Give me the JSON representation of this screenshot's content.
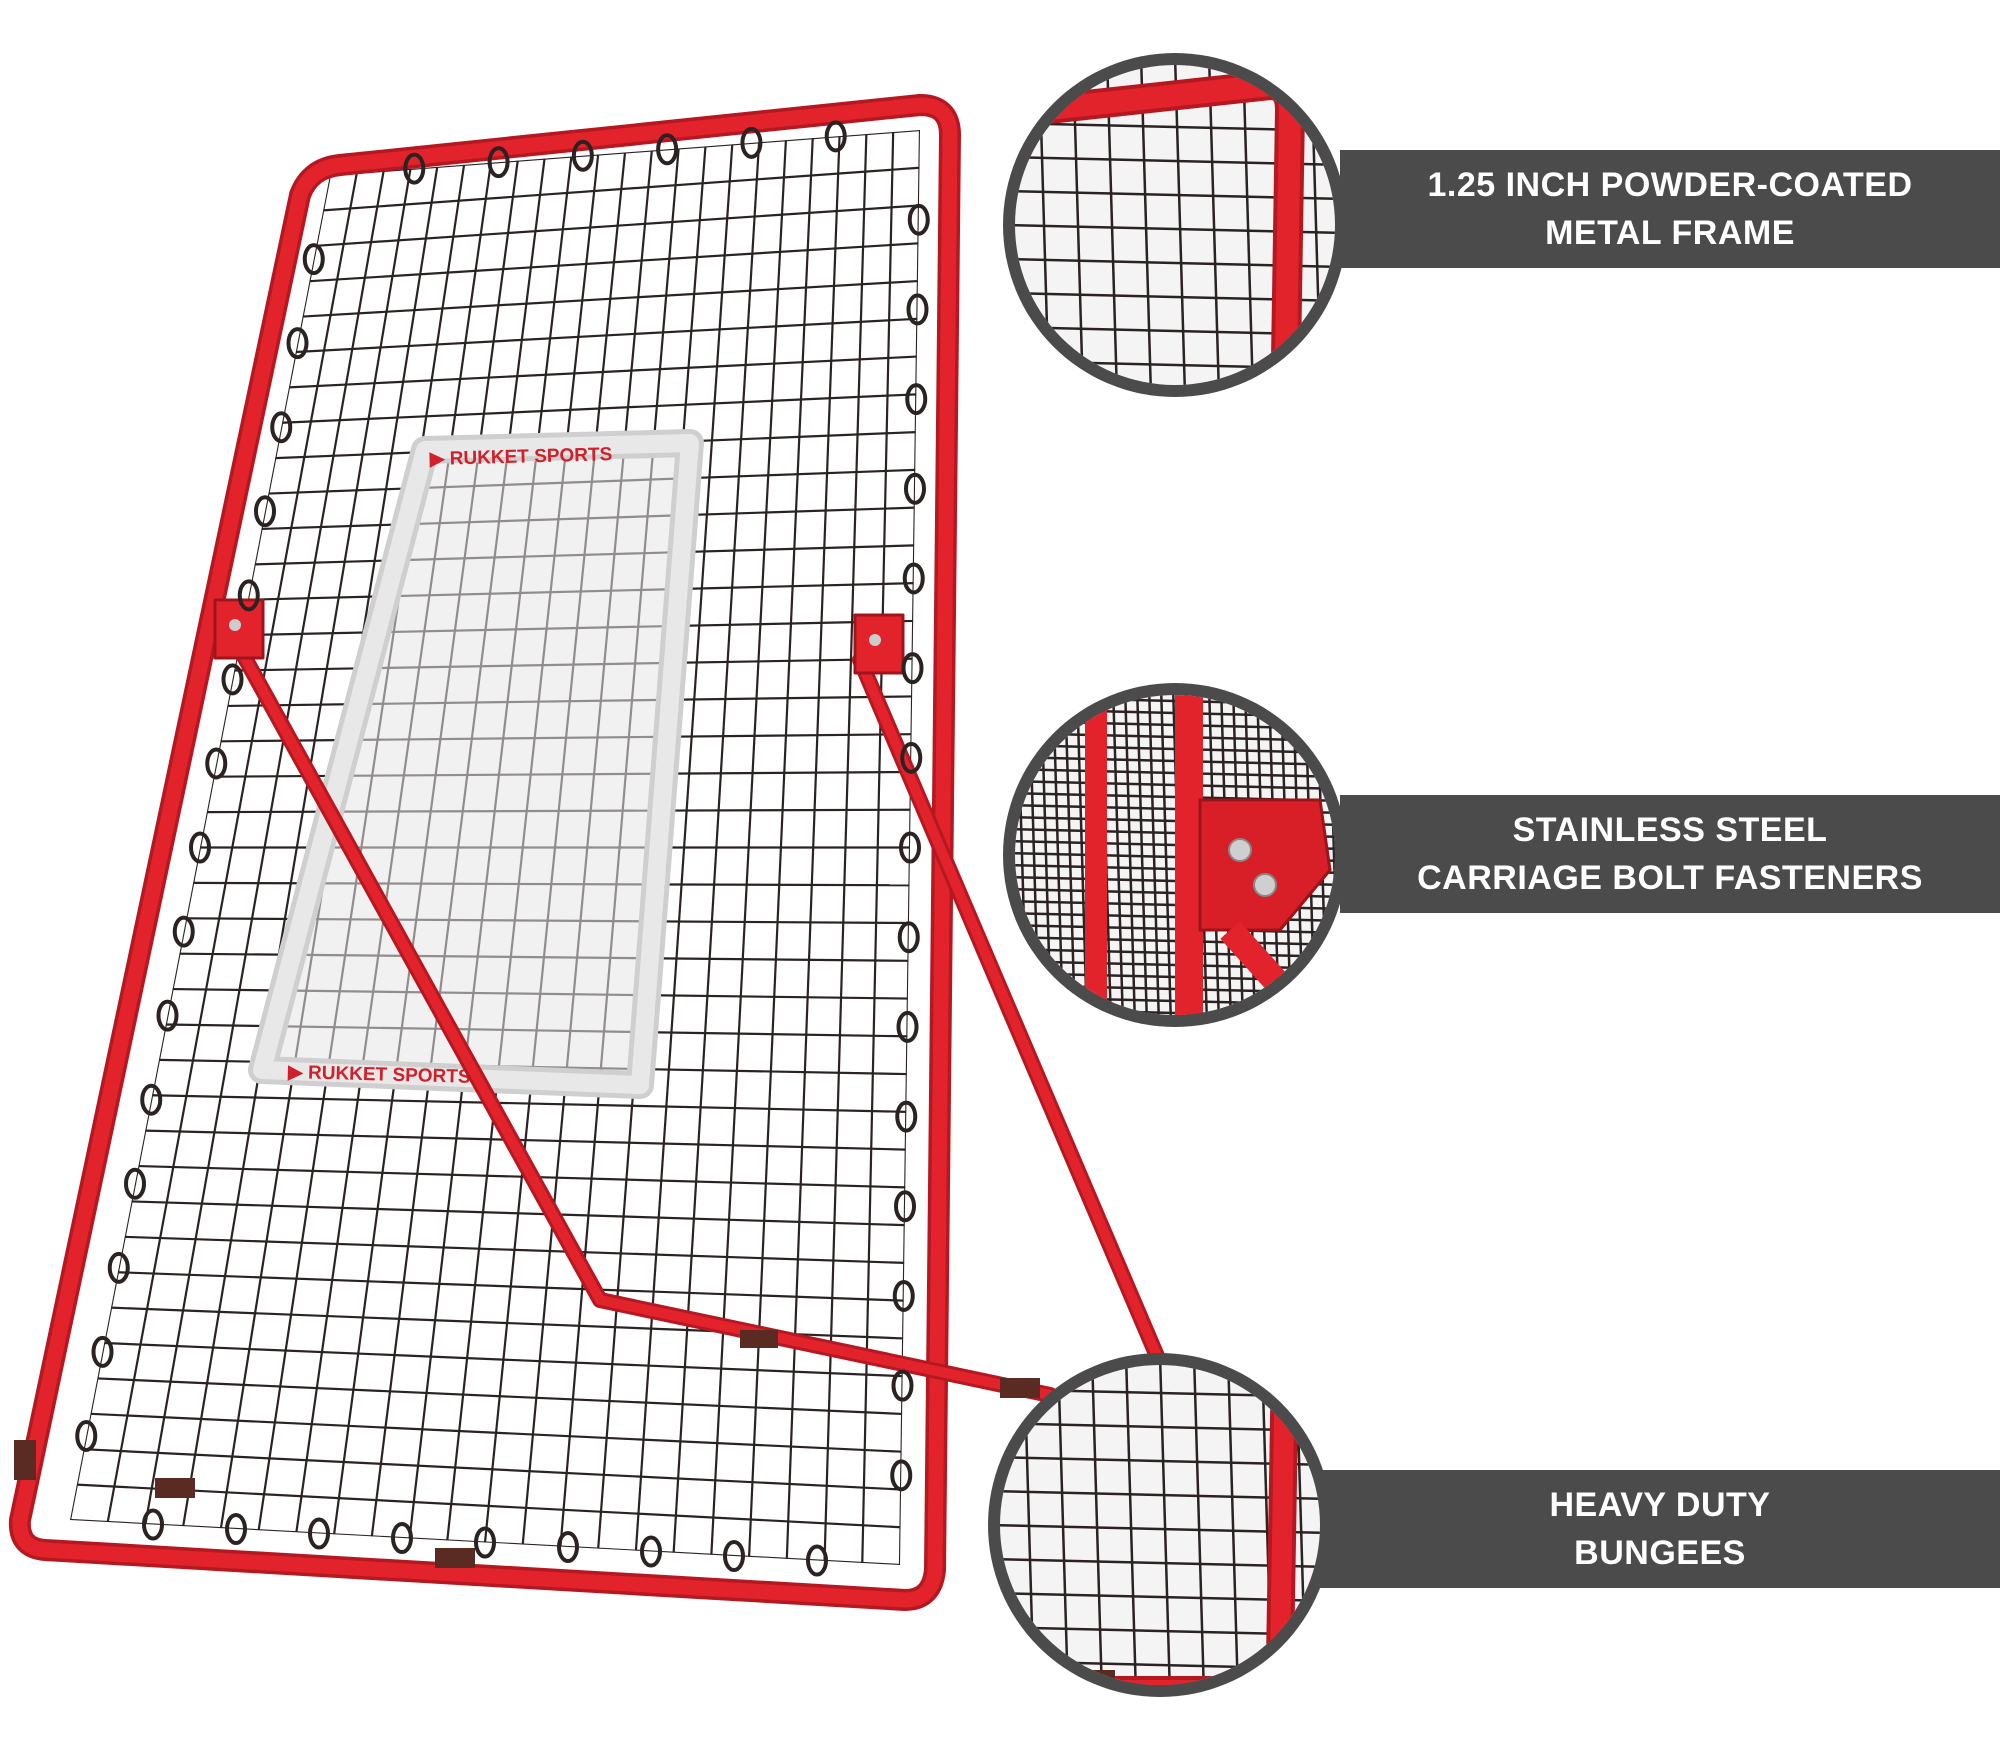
{
  "brand": {
    "logo_text": "RUKKET SPORTS"
  },
  "colors": {
    "frame_red": "#e3232c",
    "frame_dark": "#b51820",
    "net": "#2b2222",
    "banner": "#4a4b4a",
    "banner_text": "#ffffff",
    "target_tape": "#d6d6d6"
  },
  "features": [
    {
      "icon": "frame-corner-closeup",
      "line1": "1.25 INCH POWDER-COATED",
      "line2": "METAL FRAME"
    },
    {
      "icon": "bolt-bracket-closeup",
      "line1": "STAINLESS STEEL",
      "line2": "CARRIAGE BOLT FASTENERS"
    },
    {
      "icon": "bungee-closeup",
      "line1": "HEAVY DUTY",
      "line2": "BUNGEES"
    }
  ]
}
